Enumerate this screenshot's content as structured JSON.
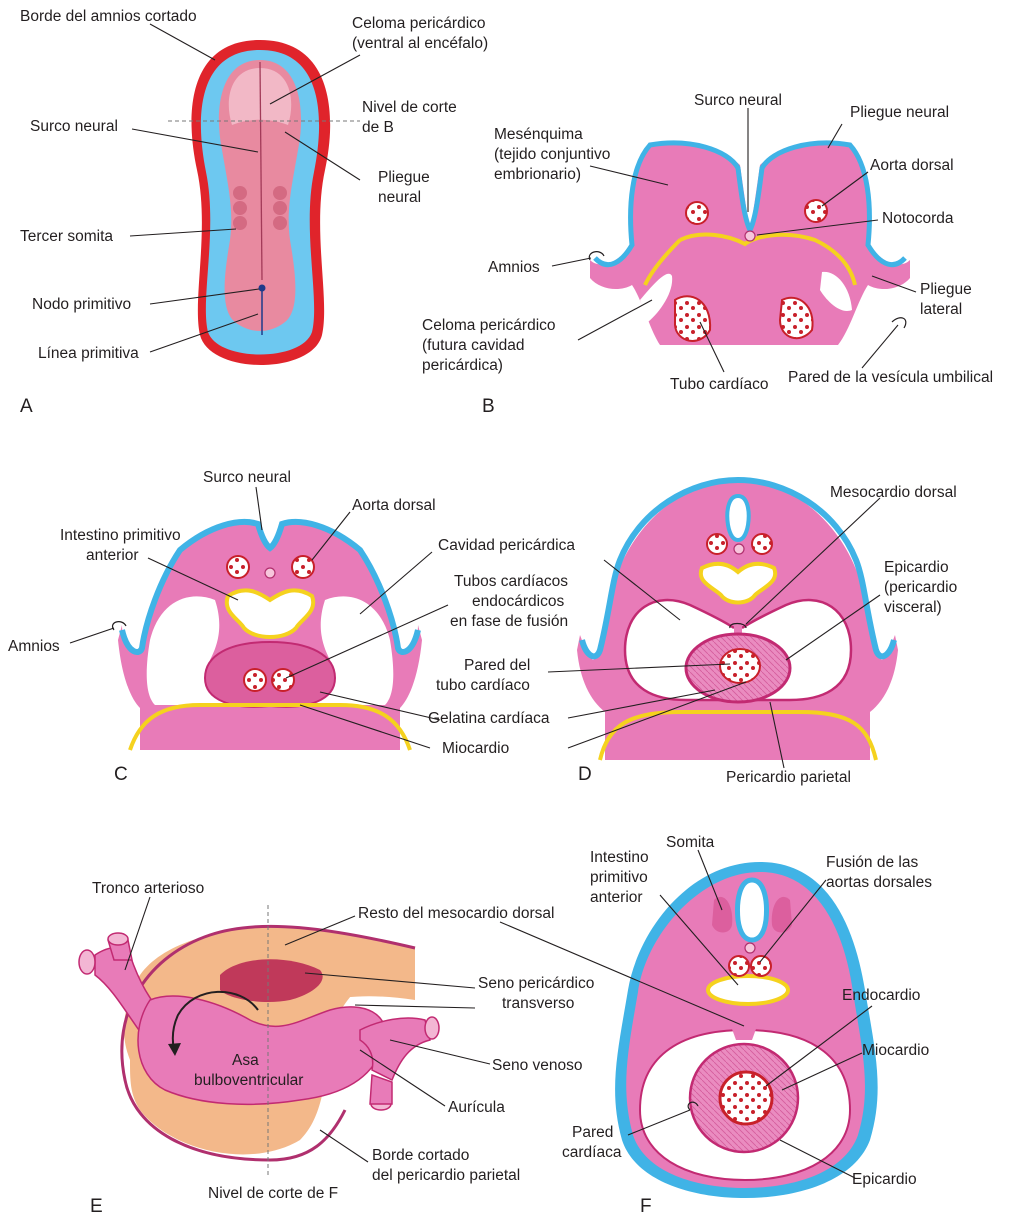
{
  "figure": {
    "panels": [
      {
        "letter": "A",
        "labels": [
          "Borde del amnios cortado",
          "Celoma pericárdico",
          "(ventral al encéfalo)",
          "Nivel de corte",
          "de B",
          "Surco neural",
          "Pliegue",
          "neural",
          "Tercer somita",
          "Nodo primitivo",
          "Línea primitiva"
        ]
      },
      {
        "letter": "B",
        "labels": [
          "Surco neural",
          "Pliegue neural",
          "Mesénquima",
          "(tejido conjuntivo",
          "embrionario)",
          "Aorta dorsal",
          "Notocorda",
          "Amnios",
          "Pliegue",
          "lateral",
          "Celoma pericárdico",
          "(futura cavidad",
          "pericárdica)",
          "Tubo cardíaco",
          "Pared de la vesícula umbilical"
        ]
      },
      {
        "letter": "C",
        "labels": [
          "Surco neural",
          "Aorta dorsal",
          "Intestino primitivo",
          "anterior",
          "Cavidad pericárdica",
          "Tubos cardíacos",
          "endocárdicos",
          "en fase de fusión",
          "Amnios",
          "Gelatina cardíaca",
          "Miocardio"
        ]
      },
      {
        "letter": "D",
        "labels": [
          "Mesocardio dorsal",
          "Epicardio",
          "(pericardio",
          "visceral)",
          "Pared del",
          "tubo cardíaco",
          "Pericardio parietal"
        ]
      },
      {
        "letter": "E",
        "labels": [
          "Tronco arterioso",
          "Resto del mesocardio dorsal",
          "Seno pericárdico",
          "transverso",
          "Asa",
          "bulboventricular",
          "Seno venoso",
          "Aurícula",
          "Borde cortado",
          "del pericardio parietal",
          "Nivel de corte de F"
        ]
      },
      {
        "letter": "F",
        "labels": [
          "Somita",
          "Intestino",
          "primitivo",
          "anterior",
          "Fusión de las",
          "aortas dorsales",
          "Endocardio",
          "Miocardio",
          "Pared",
          "cardíaca",
          "Epicardio"
        ]
      }
    ]
  },
  "colors": {
    "mesenchyme": "#e87bb8",
    "ectoderm": "#40b3e6",
    "endoderm": "#f5d21e",
    "amnion_edge": "#e0242b",
    "blood": "#c8202a",
    "pericardium": "#f3b88a"
  }
}
